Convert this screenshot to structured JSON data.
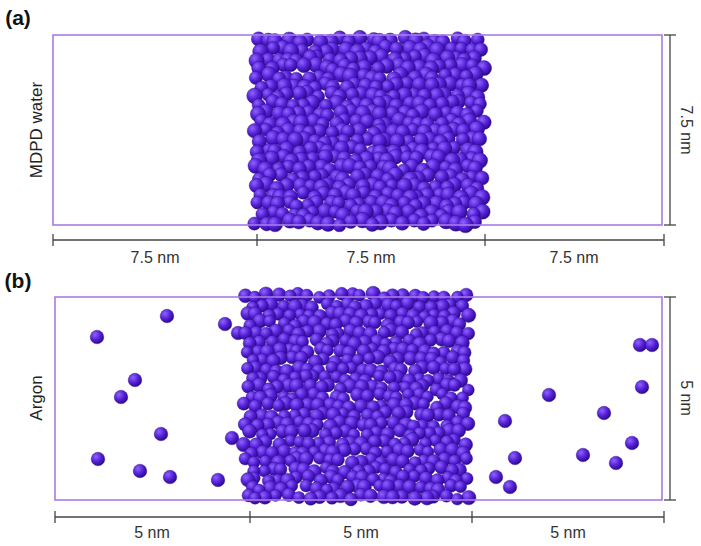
{
  "diagram": {
    "labels": [
      "(a)",
      "MDPD water",
      "7.5 nm",
      "7.5 nm",
      "7.5 nm",
      "7.5 nm",
      "(b)",
      "Argon",
      "5 nm",
      "5 nm",
      "5 nm",
      "5 nm"
    ]
  }
}
